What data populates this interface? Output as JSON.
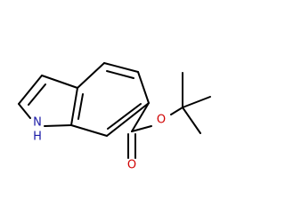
{
  "molecule": {
    "atom_labels": {
      "nh": "N",
      "nh_h": "H",
      "carbonyl_o": "O",
      "ester_o": "O"
    },
    "colors": {
      "bond": "#000000",
      "nitrogen": "#1a1aa6",
      "oxygen": "#d00000",
      "background": "#ffffff"
    }
  }
}
